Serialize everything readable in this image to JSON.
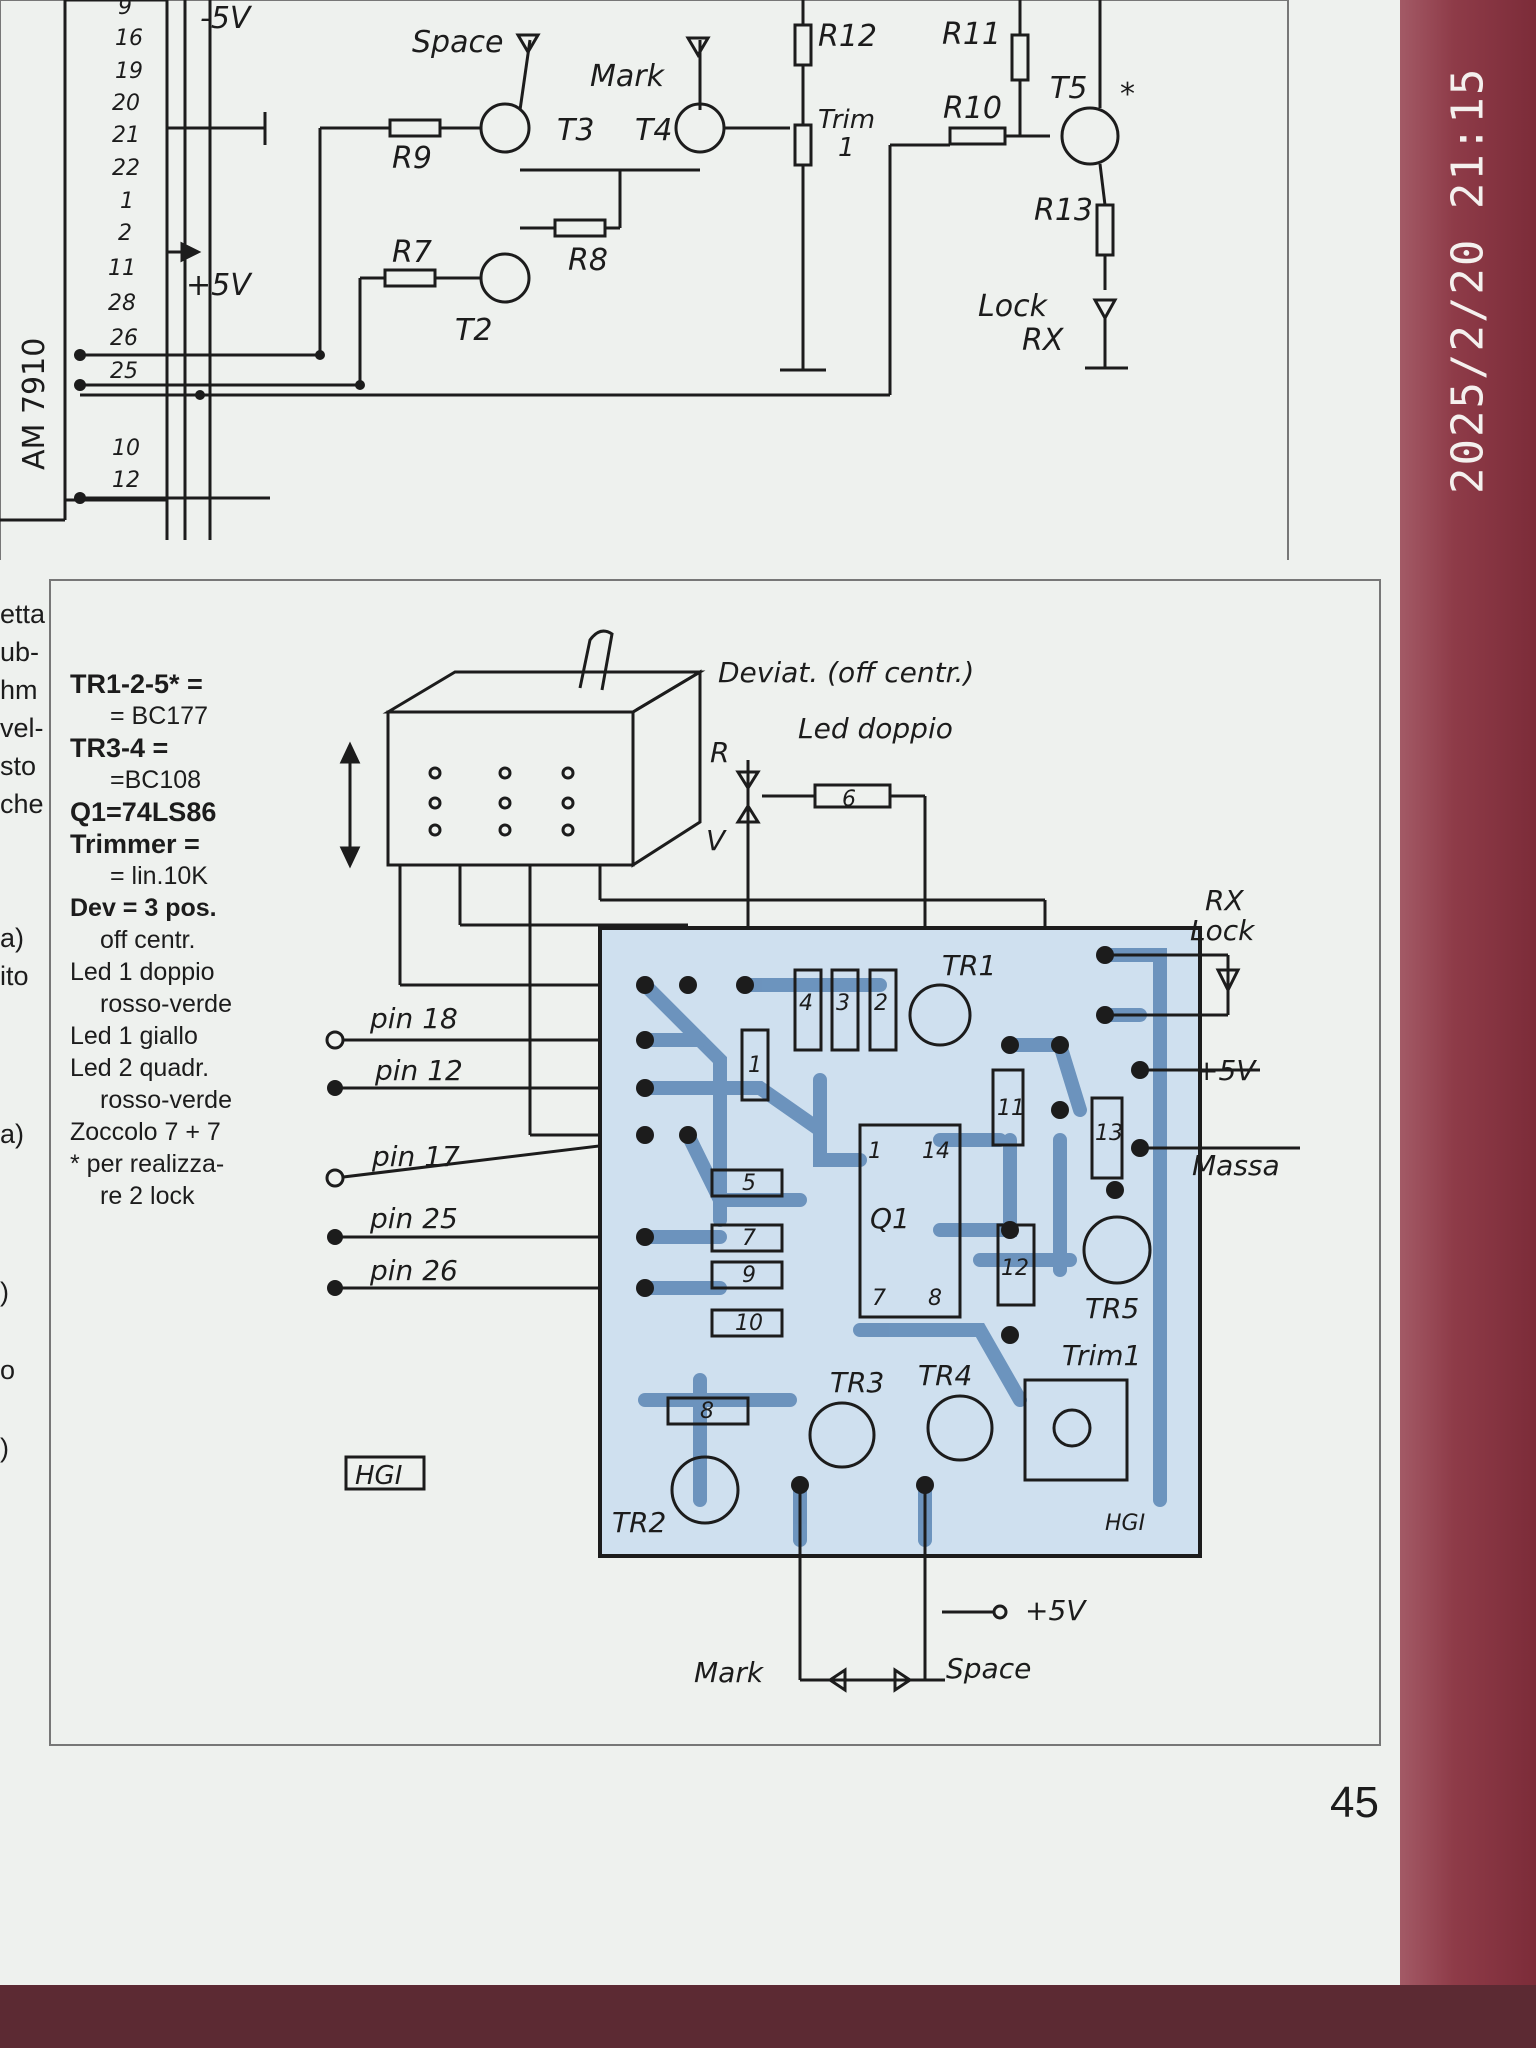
{
  "top_schematic": {
    "ic_label": "AM 7910",
    "pins": [
      "9",
      "16",
      "19",
      "20",
      "21",
      "22",
      "1",
      "2",
      "11",
      "28",
      "26",
      "25",
      "10",
      "12"
    ],
    "supply_neg": "-5V",
    "supply_pos": "+5V",
    "labels": {
      "space": "Space",
      "mark": "Mark",
      "r12": "R12",
      "r11": "R11",
      "r10": "R10",
      "r9": "R9",
      "r8": "R8",
      "r7": "R7",
      "r13": "R13",
      "t2": "T2",
      "t3": "T3",
      "t4": "T4",
      "t5": "T5",
      "trim": "Trim",
      "trim_num": "1",
      "lock": "Lock",
      "rx": "RX",
      "star": "*"
    }
  },
  "parts_list": [
    {
      "text": "TR1-2-5* =",
      "style": "b"
    },
    {
      "text": "= BC177",
      "style": "ind"
    },
    {
      "text": "TR3-4 =",
      "style": "b"
    },
    {
      "text": "=BC108",
      "style": "ind"
    },
    {
      "text": "Q1=74LS86",
      "style": "b"
    },
    {
      "text": "Trimmer =",
      "style": "b"
    },
    {
      "text": "= lin.10K",
      "style": "ind"
    },
    {
      "text": "Dev = 3 pos.",
      "style": "bsmall"
    },
    {
      "text": "off centr.",
      "style": "ind2"
    },
    {
      "text": "Led 1 doppio",
      "style": ""
    },
    {
      "text": "rosso-verde",
      "style": "ind2"
    },
    {
      "text": "Led 1 giallo",
      "style": ""
    },
    {
      "text": "Led 2 quadr.",
      "style": ""
    },
    {
      "text": "rosso-verde",
      "style": "ind2"
    },
    {
      "text": "Zoccolo 7 + 7",
      "style": ""
    },
    {
      "text": "* per realizza-",
      "style": ""
    },
    {
      "text": "re 2 lock",
      "style": "ind2"
    }
  ],
  "margin_words": [
    "etta",
    "ub-",
    "",
    "hm",
    "vel-",
    "sto",
    "che",
    "",
    "",
    "",
    "a)",
    "ito",
    "",
    "",
    "a)",
    "",
    "",
    "",
    ")",
    "",
    "o",
    "",
    ")"
  ],
  "pcb_diagram": {
    "switch_label": "Deviat. (off centr.)",
    "led_label": "Led doppio",
    "led_r": "R",
    "led_v": "V",
    "res6": "6",
    "pin18": "pin 18",
    "pin12": "pin 12",
    "pin17": "pin 17",
    "pin25": "pin 25",
    "pin26": "pin 26",
    "rx": "RX",
    "lock": "Lock",
    "plus5v": "+5V",
    "massa": "Massa",
    "tr1": "TR1",
    "tr2": "TR2",
    "tr3": "TR3",
    "tr4": "TR4",
    "tr5": "TR5",
    "trim1": "Trim1",
    "q1": "Q1",
    "ic_pins": [
      "1",
      "14",
      "7",
      "8"
    ],
    "resistors": [
      "1",
      "2",
      "3",
      "4",
      "5",
      "7",
      "8",
      "9",
      "10",
      "11",
      "12",
      "13"
    ],
    "hgi_box": "HGI",
    "pcb_mark": "HGI",
    "mark": "Mark",
    "space": "Space",
    "plus5v_out": "+5V"
  },
  "page_number": "45",
  "photo_timestamp": "2025/2/20 21:15"
}
